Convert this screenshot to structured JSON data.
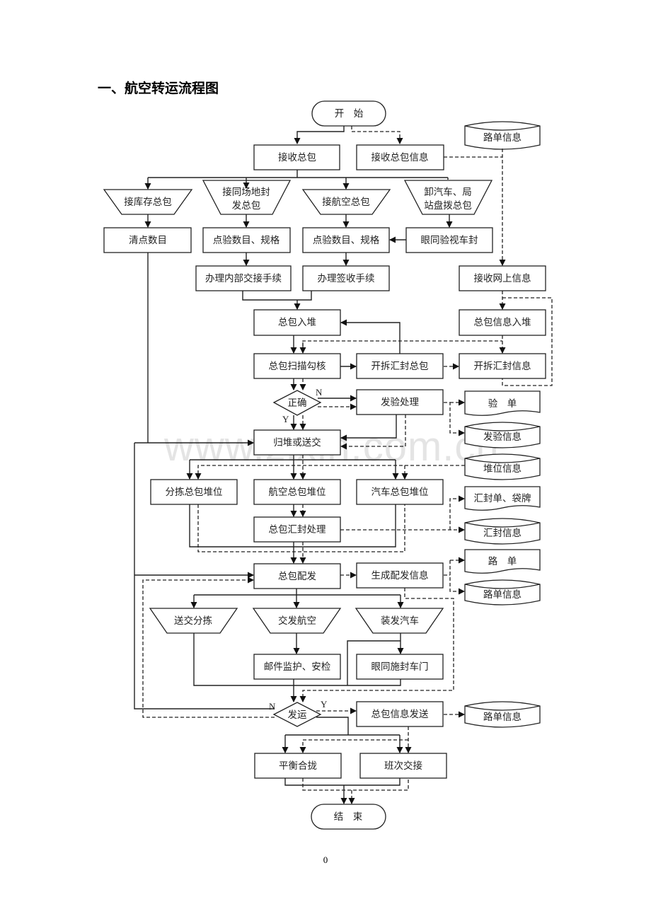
{
  "title": "一、航空转运流程图",
  "page_number": "0",
  "watermark": "www.zixin.com.cn",
  "nodes": {
    "start": "开　始",
    "receive_pkg": "接收总包",
    "receive_pkg_info": "接收总包信息",
    "waybill_info_db1": "路单信息",
    "recv_stock": "接库存总包",
    "recv_same_site_1": "接同场地封",
    "recv_same_site_2": "发总包",
    "recv_air": "接航空总包",
    "unload_1": "卸汽车、局",
    "unload_2": "站盘拨总包",
    "count": "清点数目",
    "check_spec_1": "点验数目、规格",
    "check_spec_2": "点验数目、规格",
    "watch_seal": "眼同验视车封",
    "internal_handover": "办理内部交接手续",
    "sign_receipt": "办理签收手续",
    "receive_online": "接收网上信息",
    "pkg_stack": "总包入堆",
    "pkg_info_stack": "总包信息入堆",
    "scan_check": "总包扫描勾核",
    "open_seal": "开拆汇封总包",
    "open_seal_info": "开拆汇封信息",
    "correct": "正确",
    "verify_process": "发验处理",
    "verify_doc": "验　单",
    "verify_info": "发验信息",
    "stack_or_send": "归堆或送交",
    "stack_pos_info": "堆位信息",
    "sort_stack": "分拣总包堆位",
    "air_stack": "航空总包堆位",
    "truck_stack": "汽车总包堆位",
    "seal_doc": "汇封单、袋牌",
    "seal_process": "总包汇封处理",
    "seal_info": "汇封信息",
    "waybill_doc": "路　单",
    "distribute": "总包配发",
    "gen_dist_info": "生成配发信息",
    "waybill_info_db2": "路单信息",
    "send_sort": "送交分拣",
    "send_air": "交发航空",
    "load_truck": "装发汽车",
    "mail_monitor": "邮件监护、安检",
    "seal_door": "眼同施封车门",
    "dispatch": "发运",
    "send_pkg_info": "总包信息发送",
    "waybill_info_db3": "路单信息",
    "balance": "平衡合拢",
    "shift_handover": "班次交接",
    "end": "结　束"
  },
  "edge_labels": {
    "correct_no": "N",
    "correct_yes": "Y",
    "dispatch_no": "N",
    "dispatch_yes": "Y"
  }
}
